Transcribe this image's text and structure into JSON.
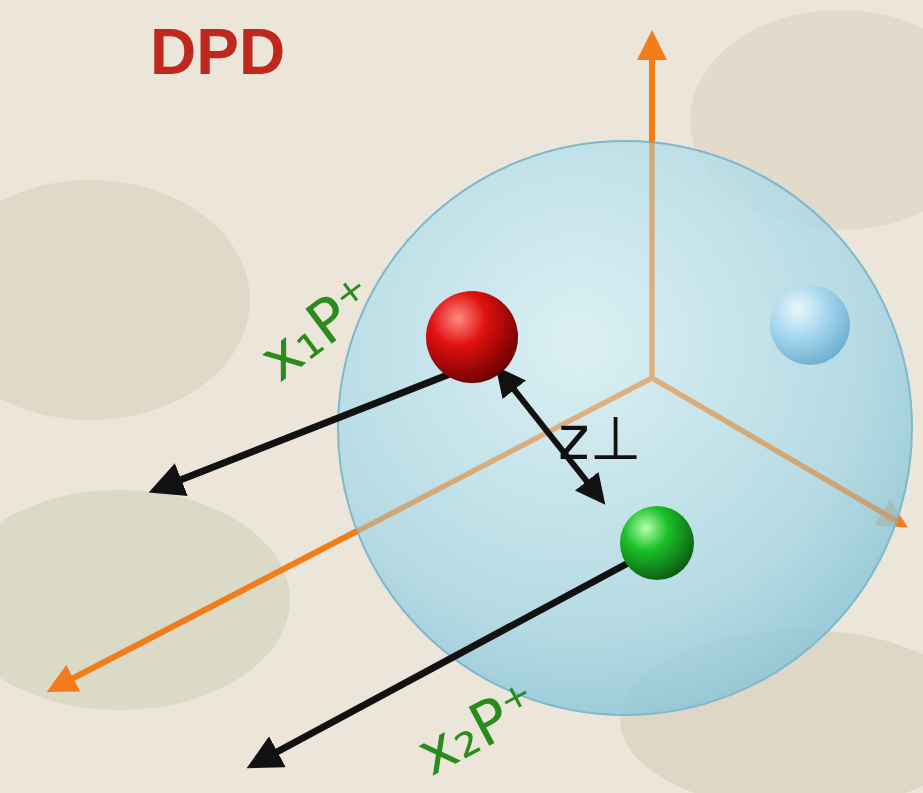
{
  "diagram": {
    "title": "DPD",
    "labels": [
      "x₁P⁺",
      "z⊥",
      "x₂P⁺"
    ]
  }
}
